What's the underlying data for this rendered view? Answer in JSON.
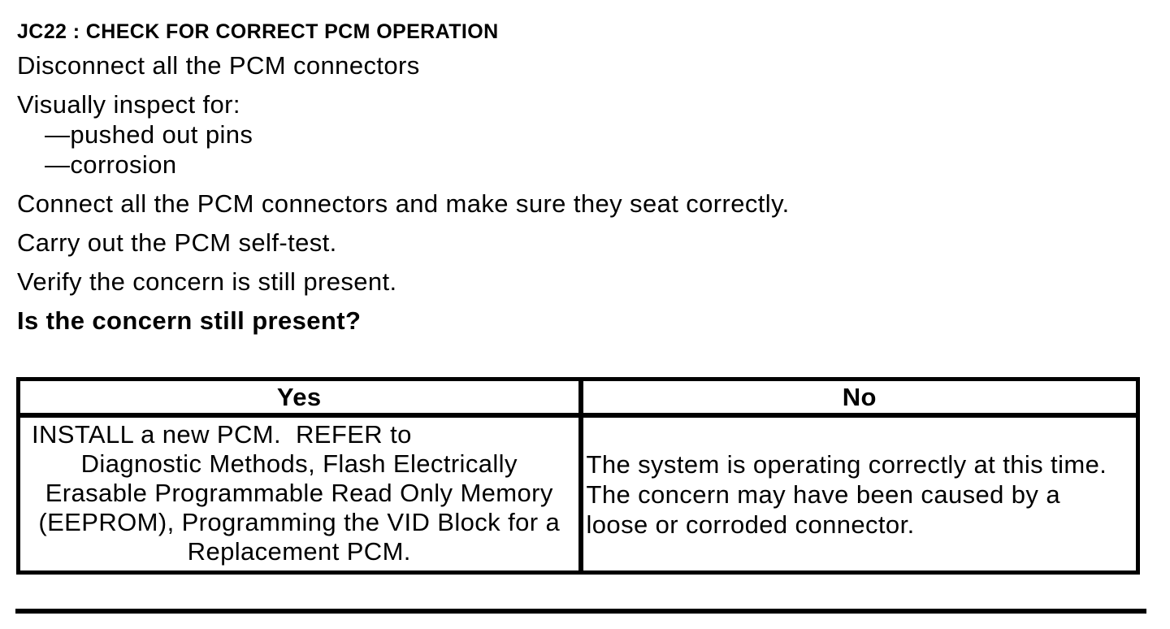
{
  "page": {
    "title": "JC22 : CHECK FOR CORRECT PCM OPERATION",
    "steps": [
      {
        "text": "Disconnect all the PCM connectors"
      },
      {
        "text": "Visually inspect for:"
      },
      {
        "text": "—pushed out pins"
      },
      {
        "text": "—corrosion"
      },
      {
        "text": "Connect all the PCM connectors and make sure they seat correctly."
      },
      {
        "text": "Carry out the PCM self-test."
      },
      {
        "text": "Verify the concern is still present."
      },
      {
        "text": "Is the concern still present?"
      }
    ],
    "result_table": {
      "headers": [
        "Yes",
        "No"
      ],
      "yes_lines": [
        "INSTALL a new PCM.  REFER to",
        "Diagnostic Methods, Flash Electrically",
        "Erasable Programmable Read Only Memory",
        "(EEPROM), Programming the VID Block for a",
        "Replacement PCM."
      ],
      "no_lines": [
        "The system is operating correctly at this time.",
        "The concern may have been caused by a",
        "loose or corroded connector."
      ]
    },
    "colors": {
      "text": "#000000",
      "background": "#ffffff"
    }
  }
}
